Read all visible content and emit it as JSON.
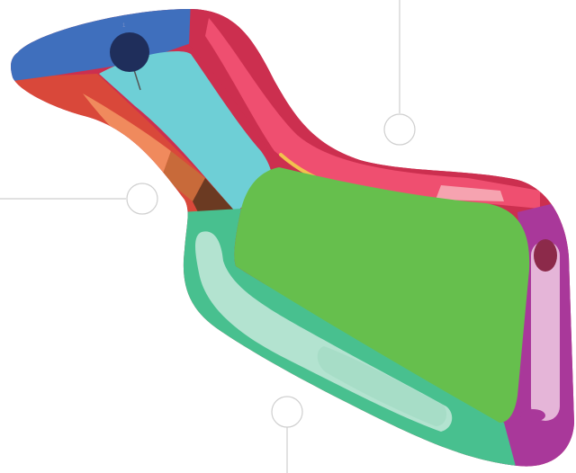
{
  "palette": {
    "blue": "#3f6fbd",
    "navy": "#1f2e5b",
    "red_orange": "#d9483a",
    "salmon": "#f08a5d",
    "orange_brown": "#c86a3a",
    "brown": "#6b3a22",
    "cyan": "#6ecfd6",
    "crimson": "#cc2f4f",
    "pink": "#ef4f70",
    "pink_light": "#f6a3b0",
    "yellow": "#f2c14e",
    "green": "#66bf4d",
    "teal": "#48c08f",
    "mint": "#bfe7d7",
    "purple": "#a9389a",
    "lavender": "#e5b5d8",
    "maroon": "#8c2a4a",
    "line_gray": "#cfcfcf"
  },
  "labels": {
    "top_marker": "1",
    "body_parts": [
      "head-blue-region",
      "head-red-region",
      "head-cyan-region",
      "beak-segment-salmon",
      "beak-segment-orange",
      "beak-segment-brown",
      "neck-pink-band",
      "neck-yellow-accent",
      "body-green-region",
      "belly-teal-band",
      "belly-mint-stripe",
      "tail-purple-region",
      "tail-lavender-tube"
    ],
    "callout_markers": [
      "callout-top",
      "callout-left",
      "callout-bottom"
    ]
  }
}
